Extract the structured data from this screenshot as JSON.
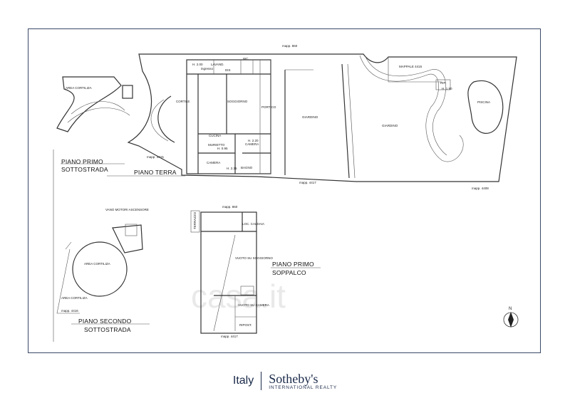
{
  "watermark": "casa.it",
  "titles": {
    "piano_primo_sottostrada_1": "PIANO PRIMO",
    "piano_primo_sottostrada_2": "SOTTOSTRADA",
    "piano_terra": "PIANO TERRA",
    "piano_primo_soppalco_1": "PIANO PRIMO",
    "piano_primo_soppalco_2": "SOPPALCO",
    "piano_secondo_sottostrada_1": "PIANO SECONDO",
    "piano_secondo_sottostrada_2": "SOTTOSTRADA"
  },
  "rooms": {
    "lavanderia": "LAVAND.",
    "wc": "WC",
    "ingresso": "ingresso",
    "dis": "DIS",
    "cortile": "CORTILE",
    "soggiorno": "SOGGIORNO",
    "portico": "PORTICO",
    "giardino_1": "GIARDINO",
    "giardino_2": "GIARDINO",
    "cucina": "CUCINA",
    "camera_1": "CAMERA",
    "camera_2": "CAMERA",
    "bagno": "BAGNO",
    "piscina": "PISCINA",
    "mappale_4415": "MAPPALE 4415",
    "area_cortiliza_1": "AREA CORTILIZA",
    "area_cortiliza_2": "AREA CORTILIZA",
    "area_cortiliza_3": "AREA CORTILIZA",
    "terrazzo": "TERRAZZO",
    "loc_caldaia": "LOC. CALDAIA",
    "vuoto_soggiorno": "VUOTO SU SOGGIORNO",
    "vuoto_camera": "VUOTO SU CAMERA",
    "ripost": "RIPOST.",
    "vano_motori": "VANO MOTORI ASCENSORE",
    "murietto": "MURIETTO",
    "rip": "RIP."
  },
  "mappe": {
    "m860_top": "mapp. 860",
    "m4415": "mapp. 4415",
    "m4417": "mapp. 4417",
    "m4408": "mapp. 4408",
    "m860_mid": "mapp. 860",
    "m4417_mid": "mapp. 4417",
    "m4416": "mapp. 4416"
  },
  "heights": {
    "h1": "H. 2.00",
    "h2": "H. 0.95",
    "h3": "H. 2.20",
    "h4": "H. 2.35",
    "h5": "H. 1.90"
  },
  "compass": {
    "north": "N"
  },
  "brand": {
    "country": "Italy",
    "name": "Sotheby's",
    "sub": "INTERNATIONAL REALTY",
    "color": "#1b2a4a"
  }
}
